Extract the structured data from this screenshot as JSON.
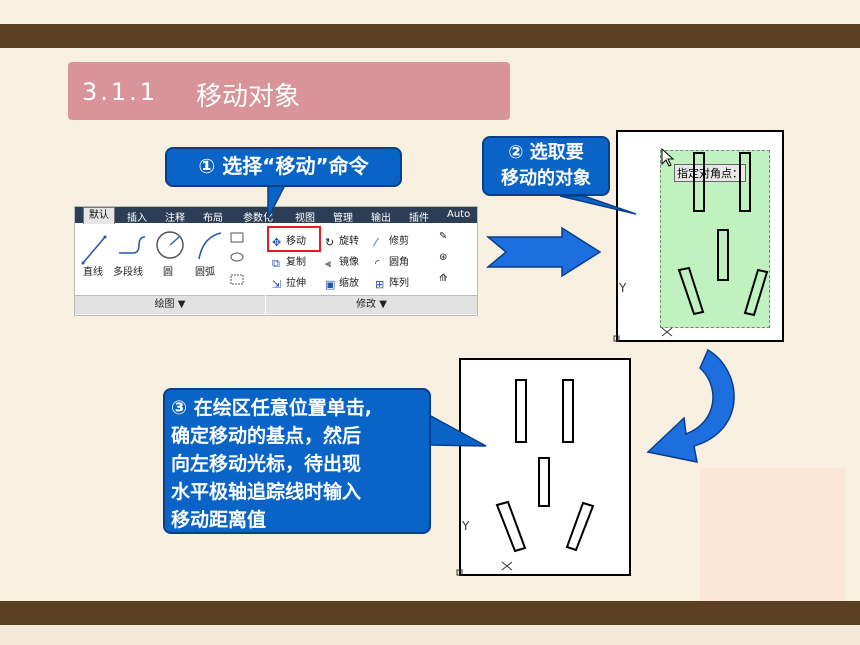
{
  "slide": {
    "section_number": "3.1.1",
    "section_title": "移动对象"
  },
  "callouts": {
    "step1": "① 选择“移动”命令",
    "step2_line1": "② 选取要",
    "step2_line2": "移动的对象",
    "step3_lines": [
      "③ 在绘区任意位置单击,",
      "确定移动的基点，然后",
      "向左移动光标，待出现",
      "水平极轴追踪线时输入",
      "移动距离值"
    ]
  },
  "ribbon": {
    "tabs": [
      "默认",
      "插入",
      "注释",
      "布局",
      "参数化",
      "视图",
      "管理",
      "输出",
      "插件",
      "Auto"
    ],
    "draw_tools": [
      "直线",
      "多段线",
      "圆",
      "圆弧"
    ],
    "modify_tools": [
      "移动",
      "旋转",
      "修剪",
      "复制",
      "镜像",
      "圆角",
      "拉伸",
      "缩放",
      "阵列"
    ],
    "panels": [
      "绘图 ▼",
      "修改 ▼"
    ]
  },
  "canvas": {
    "tooltip": "指定对角点：",
    "axis_y": "Y"
  },
  "colors": {
    "band": "#5b3f22",
    "title_bg": "#d89498",
    "callout_bg": "#0a64c8",
    "arrow_blue": "#1d6fe0",
    "selection_green": "#b4f0b4"
  }
}
